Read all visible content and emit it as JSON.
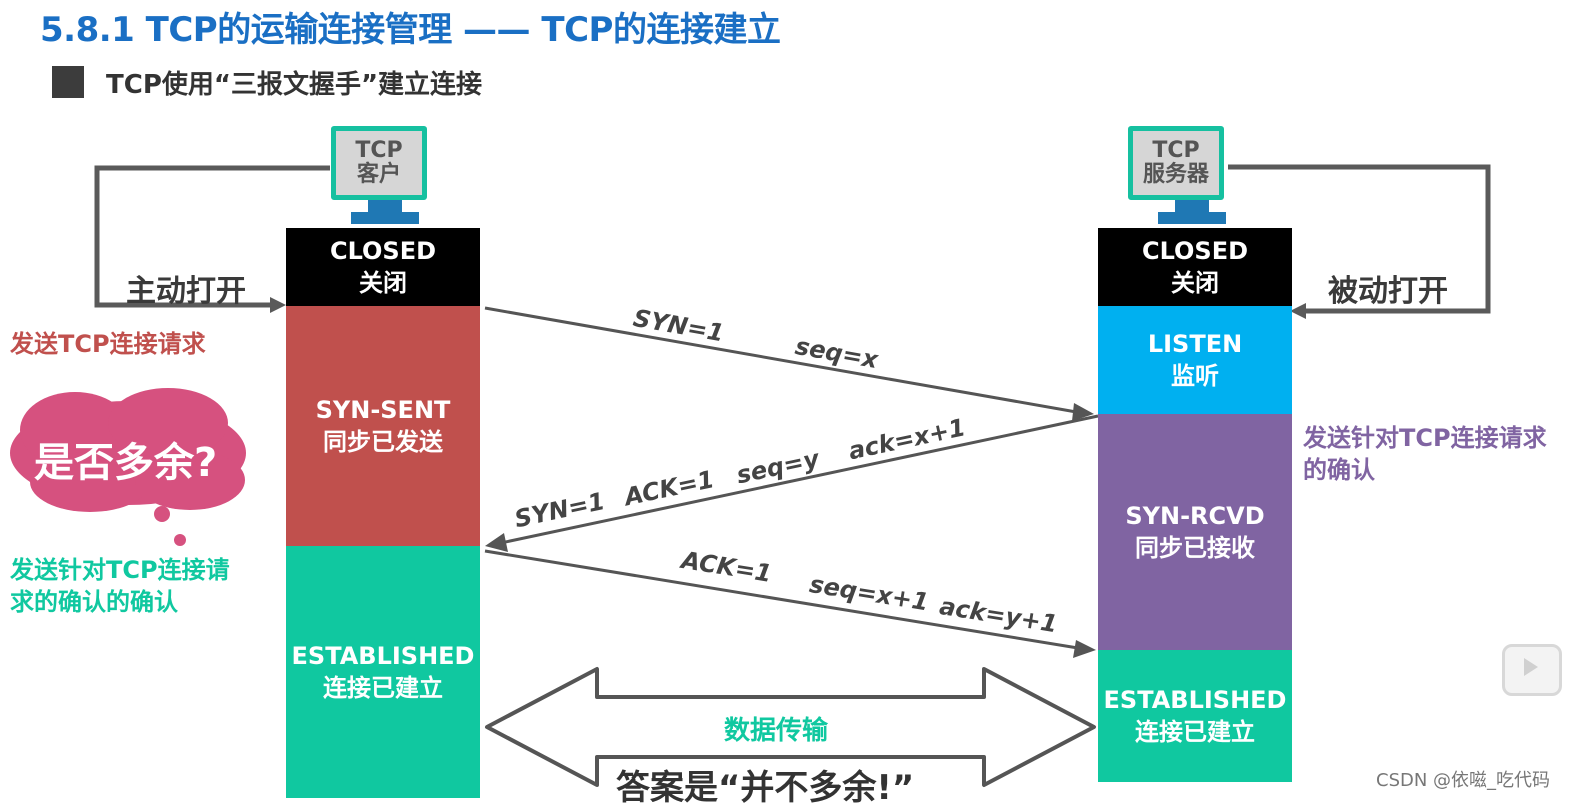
{
  "header": {
    "title": "5.8.1 TCP的运输连接管理 —— TCP的连接建立",
    "subtitle": "TCP使用“三报文握手”建立连接"
  },
  "client": {
    "host_line1": "TCP",
    "host_line2": "客户",
    "open_label": "主动打开",
    "states": [
      {
        "en": "CLOSED",
        "zh": "关闭"
      },
      {
        "en": "SYN-SENT",
        "zh": "同步已发送"
      },
      {
        "en": "ESTABLISHED",
        "zh": "连接已建立"
      }
    ]
  },
  "server": {
    "host_line1": "TCP",
    "host_line2": "服务器",
    "open_label": "被动打开",
    "states": [
      {
        "en": "CLOSED",
        "zh": "关闭"
      },
      {
        "en": "LISTEN",
        "zh": "监听"
      },
      {
        "en": "SYN-RCVD",
        "zh": "同步已接收"
      },
      {
        "en": "ESTABLISHED",
        "zh": "连接已建立"
      }
    ]
  },
  "messages": {
    "m1_syn": "SYN=1",
    "m1_seq": "seq=x",
    "m2_syn": "SYN=1",
    "m2_ack": "ACK=1",
    "m2_seq": "seq=y",
    "m2_acknum": "ack=x+1",
    "m3_ack": "ACK=1",
    "m3_seq": "seq=x+1",
    "m3_acknum": "ack=y+1"
  },
  "annotations": {
    "send_request": "发送TCP连接请求",
    "server_ack_line1": "发送针对TCP连接请求",
    "server_ack_line2": "的确认",
    "client_ack_line1": "发送针对TCP连接请",
    "client_ack_line2": "求的确认的确认",
    "cloud_question": "是否多余?",
    "data_transfer": "数据传输",
    "answer": "答案是“并不多余!”"
  },
  "watermark": "CSDN @依嗞_吃代码",
  "colors": {
    "title": "#1a6fc4",
    "closed": "#000000",
    "syn_sent": "#c0504d",
    "established": "#10c8a0",
    "listen": "#00b0f0",
    "syn_rcvd": "#8064a2",
    "cloud": "#d6517f",
    "host_border": "#16c0a0",
    "monitor_base": "#1f78b4"
  }
}
